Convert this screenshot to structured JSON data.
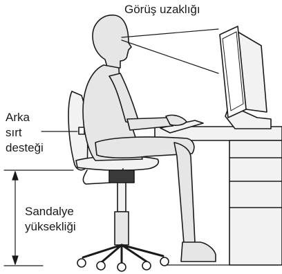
{
  "labels": {
    "viewing_distance": "Görüş  uzaklığı",
    "back_support_line1": "Arka",
    "back_support_line2": "sırt",
    "back_support_line3": "desteği",
    "chair_height_line1": "Sandalye",
    "chair_height_line2": "yüksekliği"
  },
  "colors": {
    "ink": "#1a1a1a",
    "body_shade": "#e6e6e6",
    "furniture_shade": "#f2f2f2",
    "dark_part": "#3a3a3a"
  }
}
